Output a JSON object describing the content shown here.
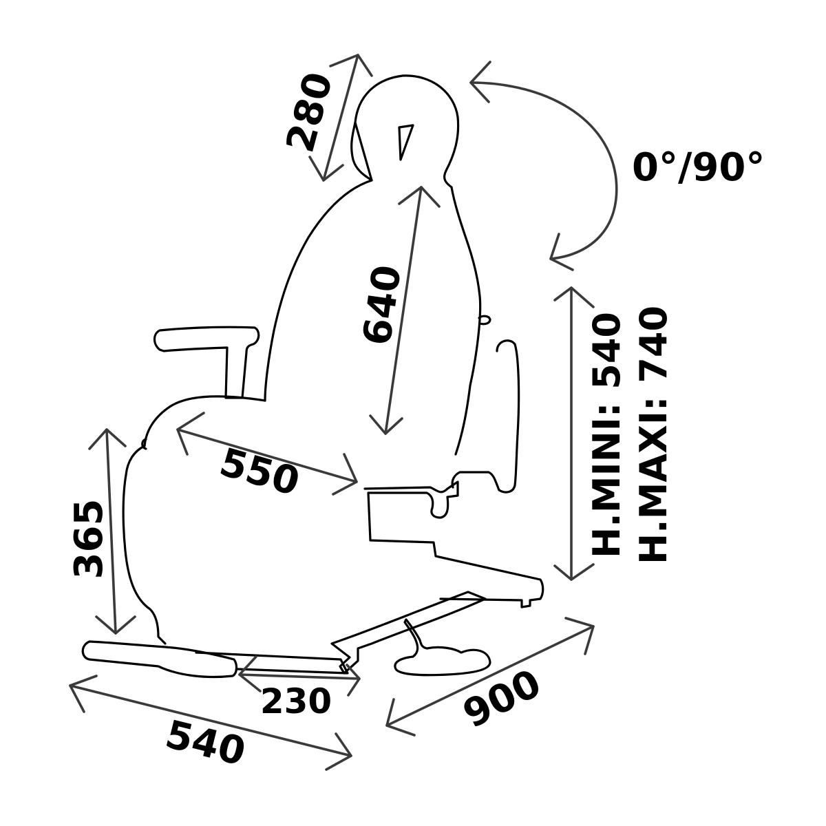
{
  "dimensions": {
    "headrest": "280",
    "rotation": "0°/90°",
    "backrest": "640",
    "seat_depth": "550",
    "height_mini": "H.MINI: 540",
    "height_maxi": "H.MAXI: 740",
    "seat_height": "365",
    "base_center": "230",
    "base_width": "540",
    "footrest_length": "900"
  },
  "colors": {
    "outline": "#000000",
    "arrows": "#3a3a3a",
    "text": "#000000",
    "background": "#ffffff"
  }
}
